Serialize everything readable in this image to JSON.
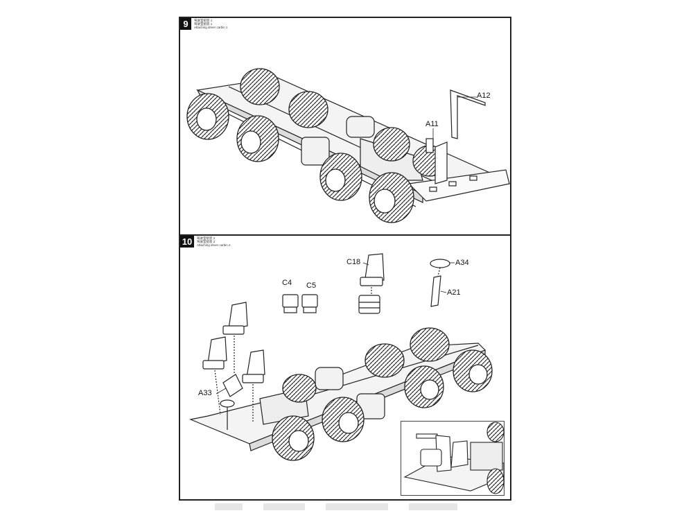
{
  "steps": [
    {
      "number": "9",
      "caption_cn_1": "驾驶室组装 1",
      "caption_cn_2": "驾驶室组装 1",
      "caption_en": "Attaching driver carbin 1",
      "parts": [
        "A12",
        "A11"
      ]
    },
    {
      "number": "10",
      "caption_cn_1": "驾驶室组装 2",
      "caption_cn_2": "驾驶室组装 2",
      "caption_en": "Attaching driver carbin 2",
      "parts": [
        "C18",
        "A34",
        "C4",
        "C5",
        "A21",
        "A33"
      ]
    }
  ],
  "icons": {
    "chassis": "truck-chassis-illustration",
    "seat": "seat-illustration",
    "steering": "steering-wheel-illustration",
    "inset": "detail-inset"
  },
  "colors": {
    "line": "#222222",
    "badge": "#111111",
    "background": "#ffffff"
  }
}
